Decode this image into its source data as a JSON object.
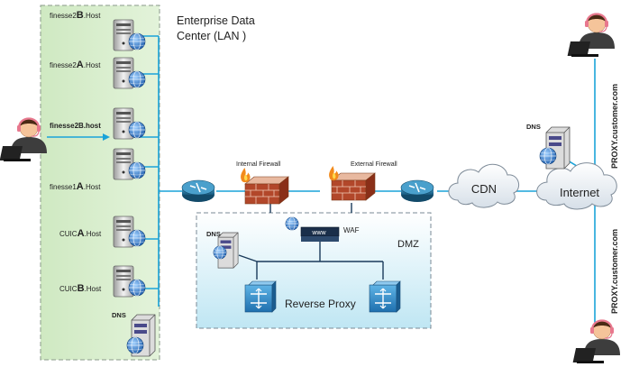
{
  "data_center": {
    "title_line1": "Enterprise Data",
    "title_line2": "Center (LAN )"
  },
  "hosts": [
    {
      "pre": "finesse2",
      "big": "B",
      "post": ".Host",
      "bold": false
    },
    {
      "pre": "finesse2",
      "big": "A",
      "post": ".Host",
      "bold": false
    },
    {
      "pre": "finesse2B.host",
      "big": "",
      "post": "",
      "bold": true
    },
    {
      "pre": "finesse1",
      "big": "A",
      "post": ".Host",
      "bold": false
    },
    {
      "pre": "CUIC",
      "big": "A",
      "post": ".Host",
      "bold": false
    },
    {
      "pre": "CUIC",
      "big": "B",
      "post": ".Host",
      "bold": false
    }
  ],
  "dns_labels": {
    "lan": "DNS",
    "dmz": "DNS",
    "internet": "DNS"
  },
  "firewalls": {
    "internal": "Internal Firewall",
    "external": "External Firewall"
  },
  "dmz": {
    "label": "DMZ",
    "waf": "WAF",
    "www": "www",
    "reverse_proxy": "Reverse Proxy"
  },
  "cloud_labels": {
    "cdn": "CDN",
    "internet": "Internet"
  },
  "proxy_labels": {
    "top": "PROXY.customer.com",
    "bottom": "PROXY.customer.com"
  },
  "colors": {
    "lan_fill": "#d9efce",
    "dmz_fill_top": "#ffffff",
    "dmz_fill_bottom": "#bfe6f3",
    "link": "#1aa3d9",
    "router": "#1d6f9a",
    "agent_headset": "#e8788e"
  }
}
